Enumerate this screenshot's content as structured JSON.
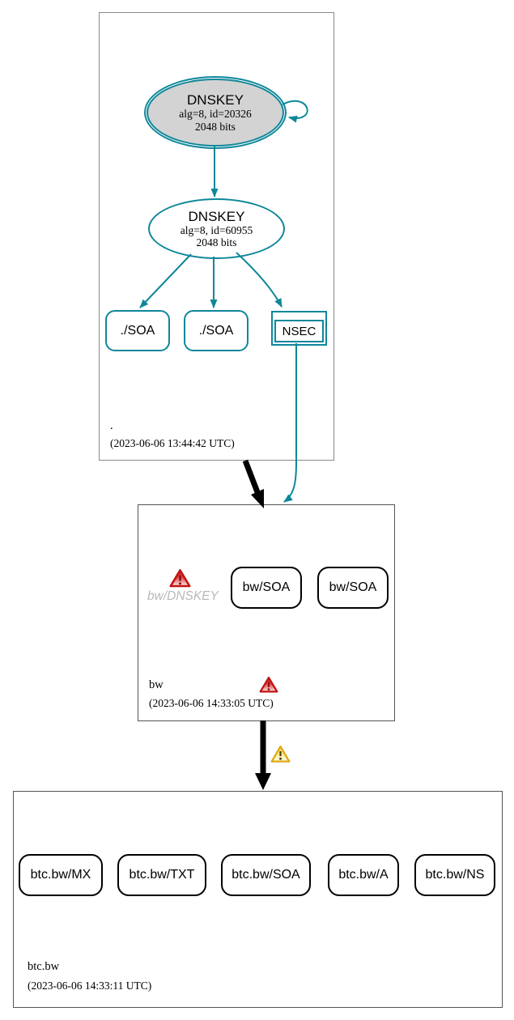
{
  "colors": {
    "secure_teal": "#0e879a",
    "error_red": "#c11818",
    "warning_yellow": "#e0a912",
    "ksk_fill": "#d3d3d3",
    "insecure_text_gray": "#b9b9b9"
  },
  "zones": {
    "root": {
      "name": ".",
      "timestamp": "(2023-06-06 13:44:42 UTC)",
      "ksk": {
        "title": "DNSKEY",
        "detail": "alg=8, id=20326",
        "bits": "2048 bits"
      },
      "zsk": {
        "title": "DNSKEY",
        "detail": "alg=8, id=60955",
        "bits": "2048 bits"
      },
      "soa1": {
        "label": "./SOA"
      },
      "soa2": {
        "label": "./SOA"
      },
      "nsec": {
        "label": "NSEC"
      }
    },
    "bw": {
      "name": "bw",
      "timestamp": "(2023-06-06 14:33:05 UTC)",
      "dnskey_missing": {
        "label": "bw/DNSKEY"
      },
      "soa1": {
        "label": "bw/SOA"
      },
      "soa2": {
        "label": "bw/SOA"
      },
      "icons": {
        "dnskey_error": "error-triangle",
        "zone_error": "error-triangle",
        "delegation_warning": "warning-triangle"
      }
    },
    "btc_bw": {
      "name": "btc.bw",
      "timestamp": "(2023-06-06 14:33:11 UTC)",
      "rrsets": [
        {
          "label": "btc.bw/MX"
        },
        {
          "label": "btc.bw/TXT"
        },
        {
          "label": "btc.bw/SOA"
        },
        {
          "label": "btc.bw/A"
        },
        {
          "label": "btc.bw/NS"
        }
      ]
    }
  }
}
